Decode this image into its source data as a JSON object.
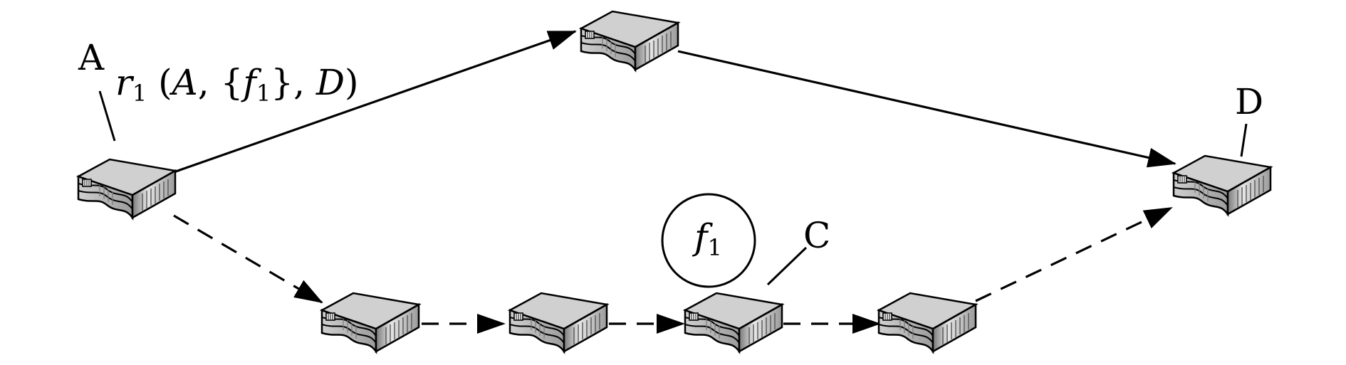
{
  "nodes": {
    "a": {
      "label": "A",
      "icon": "network-switch-icon"
    },
    "top": {
      "label": "",
      "icon": "network-switch-icon"
    },
    "d": {
      "label": "D",
      "icon": "network-switch-icon"
    },
    "b1": {
      "label": "",
      "icon": "network-switch-icon"
    },
    "b2": {
      "label": "",
      "icon": "network-switch-icon"
    },
    "c": {
      "label": "C",
      "icon": "network-switch-icon"
    },
    "b4": {
      "label": "",
      "icon": "network-switch-icon"
    }
  },
  "rule": {
    "name": "r",
    "sub": "1",
    "open": " (",
    "src": "A",
    "sep1": ", {",
    "func": "f",
    "func_sub": "1",
    "sep2": "}, ",
    "dst": "D",
    "close": ")"
  },
  "function_box": {
    "func": "f",
    "sub": "1"
  },
  "paths": {
    "primary": "solid",
    "alternate": "dashed"
  },
  "colors": {
    "line": "#000000",
    "switch_top": "#cfcfcf",
    "switch_side": "#a8a8a8"
  }
}
